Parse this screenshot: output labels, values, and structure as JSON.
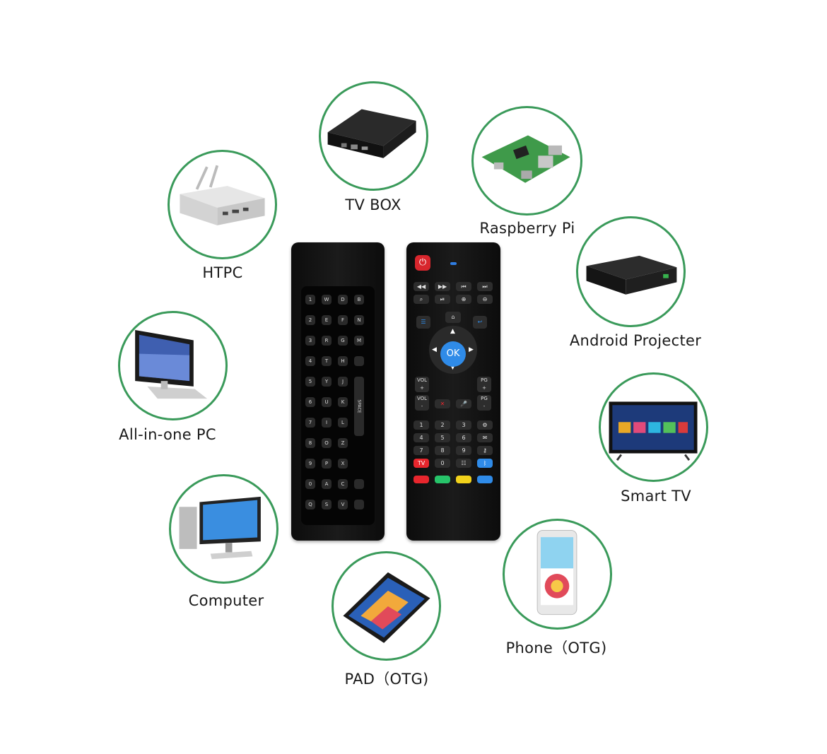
{
  "devices": [
    {
      "id": "tv-box",
      "label": "TV BOX",
      "icon": "tv-box-icon"
    },
    {
      "id": "raspberry-pi",
      "label": "Raspberry Pi",
      "icon": "raspberry-pi-board-icon"
    },
    {
      "id": "htpc",
      "label": "HTPC",
      "icon": "mini-pc-icon"
    },
    {
      "id": "android-projecter",
      "label": "Android Projecter",
      "icon": "projector-icon"
    },
    {
      "id": "all-in-one-pc",
      "label": "All-in-one PC",
      "icon": "all-in-one-pc-icon"
    },
    {
      "id": "smart-tv",
      "label": "Smart TV",
      "icon": "smart-tv-icon"
    },
    {
      "id": "computer",
      "label": "Computer",
      "icon": "desktop-computer-icon"
    },
    {
      "id": "phone",
      "label": "Phone（OTG)",
      "icon": "phone-icon"
    },
    {
      "id": "pad",
      "label": "PAD（OTG)",
      "icon": "tablet-icon"
    }
  ],
  "remote_front": {
    "ok_label": "OK",
    "vol_label": "VOL",
    "pg_label": "PG",
    "plus": "+",
    "minus": "-",
    "tv_label": "TV",
    "numbers": [
      "1",
      "2",
      "3",
      "4",
      "5",
      "6",
      "7",
      "8",
      "9",
      "0"
    ],
    "color_buttons": [
      "#e8262d",
      "#27c46a",
      "#f2d21b",
      "#2f8be8"
    ]
  },
  "remote_keyboard": {
    "space_label": "SPACE",
    "keys": [
      "1",
      "2",
      "3",
      "4",
      "5",
      "6",
      "7",
      "8",
      "9",
      "0",
      "Q",
      "W",
      "E",
      "R",
      "T",
      "Y",
      "U",
      "I",
      "O",
      "P",
      "A",
      "S",
      "D",
      "F",
      "G",
      "H",
      "J",
      "K",
      "L",
      "Z",
      "X",
      "C",
      "V",
      "B",
      "N",
      "M"
    ]
  },
  "colors": {
    "ring": "#3a9a5a",
    "remote": "#111111",
    "ok": "#2f8be8",
    "power": "#d8262d"
  }
}
